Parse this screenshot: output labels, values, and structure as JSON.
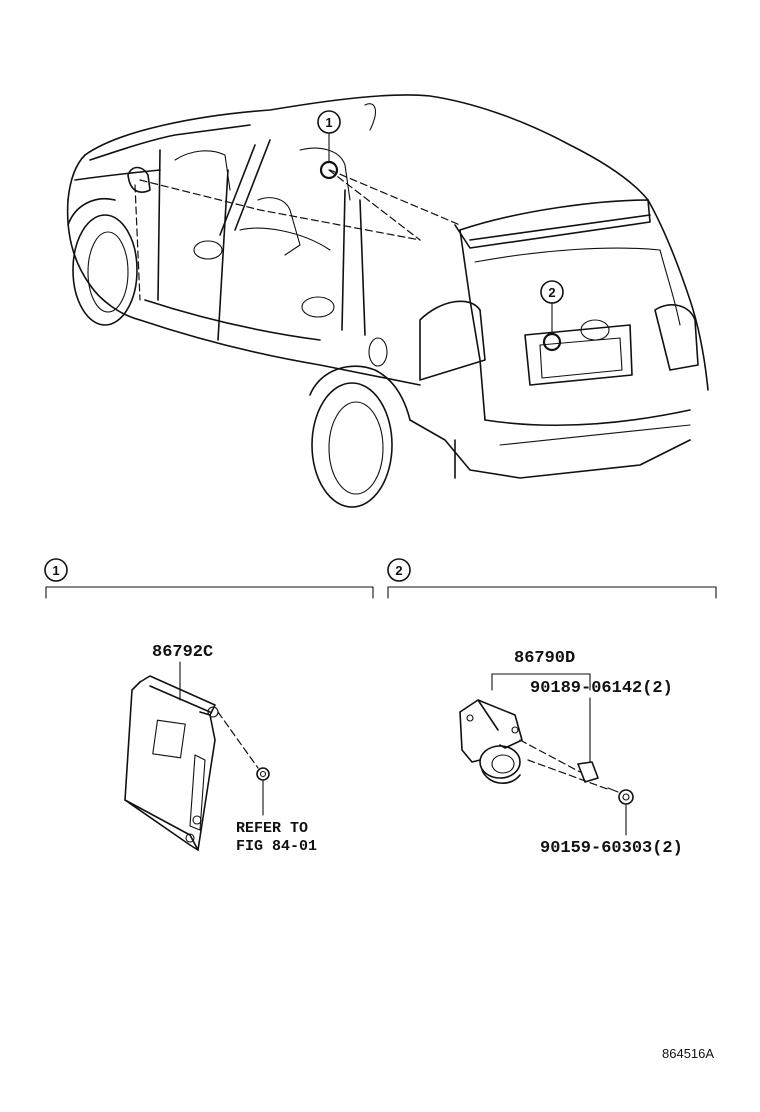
{
  "callouts": {
    "c1": "1",
    "c2": "2"
  },
  "sections": {
    "s1": "1",
    "s2": "2"
  },
  "parts": {
    "p1": "86792C",
    "p2": "86790D",
    "p3": "90189-06142(2)",
    "p4": "90159-60303(2)"
  },
  "reference": {
    "line1": "REFER TO",
    "line2": "FIG 84-01"
  },
  "figure_code": "864516A"
}
